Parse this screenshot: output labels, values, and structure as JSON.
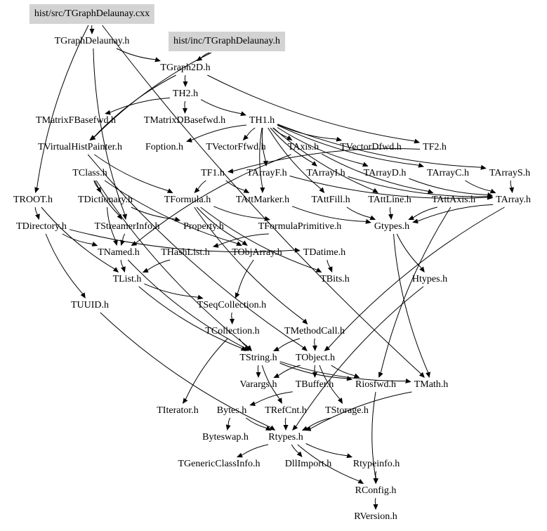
{
  "graph": {
    "type": "include-dependency-graph",
    "root_fill": "#d3d3d3",
    "edge_color": "#000000",
    "nodes": [
      {
        "id": "src_cxx",
        "label": "hist/src/TGraphDelaunay.cxx",
        "root": true
      },
      {
        "id": "TGraphDelaunay",
        "label": "TGraphDelaunay.h"
      },
      {
        "id": "inc_h",
        "label": "hist/inc/TGraphDelaunay.h",
        "root": true
      },
      {
        "id": "TGraph2D",
        "label": "TGraph2D.h"
      },
      {
        "id": "TH2",
        "label": "TH2.h"
      },
      {
        "id": "TMatrixFBasefwd",
        "label": "TMatrixFBasefwd.h"
      },
      {
        "id": "TMatrixDBasefwd",
        "label": "TMatrixDBasefwd.h"
      },
      {
        "id": "TH1",
        "label": "TH1.h"
      },
      {
        "id": "TVirtualHistPainter",
        "label": "TVirtualHistPainter.h"
      },
      {
        "id": "Foption",
        "label": "Foption.h"
      },
      {
        "id": "TVectorFfwd",
        "label": "TVectorFfwd.h"
      },
      {
        "id": "TAxis",
        "label": "TAxis.h"
      },
      {
        "id": "TVectorDfwd",
        "label": "TVectorDfwd.h"
      },
      {
        "id": "TF2",
        "label": "TF2.h"
      },
      {
        "id": "TClass",
        "label": "TClass.h"
      },
      {
        "id": "TF1",
        "label": "TF1.h"
      },
      {
        "id": "TArrayF",
        "label": "TArrayF.h"
      },
      {
        "id": "TArrayI",
        "label": "TArrayI.h"
      },
      {
        "id": "TArrayD",
        "label": "TArrayD.h"
      },
      {
        "id": "TArrayC",
        "label": "TArrayC.h"
      },
      {
        "id": "TArrayS",
        "label": "TArrayS.h"
      },
      {
        "id": "TROOT",
        "label": "TROOT.h"
      },
      {
        "id": "TDictionary",
        "label": "TDictionary.h"
      },
      {
        "id": "TFormula",
        "label": "TFormula.h"
      },
      {
        "id": "TAttMarker",
        "label": "TAttMarker.h"
      },
      {
        "id": "TAttFill",
        "label": "TAttFill.h"
      },
      {
        "id": "TAttLine",
        "label": "TAttLine.h"
      },
      {
        "id": "TAttAxis",
        "label": "TAttAxis.h"
      },
      {
        "id": "TArray",
        "label": "TArray.h"
      },
      {
        "id": "TDirectory",
        "label": "TDirectory.h"
      },
      {
        "id": "TStreamerInfo",
        "label": "TStreamerInfo.h"
      },
      {
        "id": "Property",
        "label": "Property.h"
      },
      {
        "id": "TFormulaPrimitive",
        "label": "TFormulaPrimitive.h"
      },
      {
        "id": "Gtypes",
        "label": "Gtypes.h"
      },
      {
        "id": "TNamed",
        "label": "TNamed.h"
      },
      {
        "id": "THashList",
        "label": "THashList.h"
      },
      {
        "id": "TObjArray",
        "label": "TObjArray.h"
      },
      {
        "id": "TDatime",
        "label": "TDatime.h"
      },
      {
        "id": "TList",
        "label": "TList.h"
      },
      {
        "id": "TBits",
        "label": "TBits.h"
      },
      {
        "id": "Htypes",
        "label": "Htypes.h"
      },
      {
        "id": "TUUID",
        "label": "TUUID.h"
      },
      {
        "id": "TSeqCollection",
        "label": "TSeqCollection.h"
      },
      {
        "id": "TCollection",
        "label": "TCollection.h"
      },
      {
        "id": "TMethodCall",
        "label": "TMethodCall.h"
      },
      {
        "id": "TString",
        "label": "TString.h"
      },
      {
        "id": "TObject",
        "label": "TObject.h"
      },
      {
        "id": "Varargs",
        "label": "Varargs.h"
      },
      {
        "id": "TBuffer",
        "label": "TBuffer.h"
      },
      {
        "id": "Riosfwd",
        "label": "Riosfwd.h"
      },
      {
        "id": "TMath",
        "label": "TMath.h"
      },
      {
        "id": "TIterator",
        "label": "TIterator.h"
      },
      {
        "id": "Bytes",
        "label": "Bytes.h"
      },
      {
        "id": "TRefCnt",
        "label": "TRefCnt.h"
      },
      {
        "id": "TStorage",
        "label": "TStorage.h"
      },
      {
        "id": "Byteswap",
        "label": "Byteswap.h"
      },
      {
        "id": "Rtypes",
        "label": "Rtypes.h"
      },
      {
        "id": "TGenericClassInfo",
        "label": "TGenericClassInfo.h"
      },
      {
        "id": "DllImport",
        "label": "DllImport.h"
      },
      {
        "id": "Rtypeinfo",
        "label": "Rtypeinfo.h"
      },
      {
        "id": "RConfig",
        "label": "RConfig.h"
      },
      {
        "id": "RVersion",
        "label": "RVersion.h"
      }
    ],
    "edges": [
      [
        "src_cxx",
        "TGraphDelaunay"
      ],
      [
        "src_cxx",
        "TROOT"
      ],
      [
        "src_cxx",
        "TMath"
      ],
      [
        "inc_h",
        "TGraph2D"
      ],
      [
        "inc_h",
        "TVirtualHistPainter"
      ],
      [
        "TGraphDelaunay",
        "TGraph2D"
      ],
      [
        "TGraphDelaunay",
        "TStreamerInfo"
      ],
      [
        "TGraph2D",
        "TH2"
      ],
      [
        "TGraph2D",
        "TF2"
      ],
      [
        "TGraph2D",
        "TVirtualHistPainter"
      ],
      [
        "TH2",
        "TH1"
      ],
      [
        "TH2",
        "TMatrixFBasefwd"
      ],
      [
        "TH2",
        "TMatrixDBasefwd"
      ],
      [
        "TH1",
        "TVectorFfwd"
      ],
      [
        "TH1",
        "TAxis"
      ],
      [
        "TH1",
        "TVectorDfwd"
      ],
      [
        "TH1",
        "Foption"
      ],
      [
        "TH1",
        "TArrayC"
      ],
      [
        "TH1",
        "TArrayS"
      ],
      [
        "TH1",
        "TArrayF"
      ],
      [
        "TH1",
        "TArrayI"
      ],
      [
        "TH1",
        "TArrayD"
      ],
      [
        "TH1",
        "TAttMarker"
      ],
      [
        "TH1",
        "TAttFill"
      ],
      [
        "TH1",
        "TAttLine"
      ],
      [
        "TVirtualHistPainter",
        "TFormula"
      ],
      [
        "TVirtualHistPainter",
        "TObject"
      ],
      [
        "TF2",
        "TF1"
      ],
      [
        "TF1",
        "TFormula"
      ],
      [
        "TF1",
        "TAttMarker"
      ],
      [
        "TAxis",
        "TAttAxis"
      ],
      [
        "TAxis",
        "TNamed"
      ],
      [
        "TClass",
        "TDictionary"
      ],
      [
        "TClass",
        "TStreamerInfo"
      ],
      [
        "TClass",
        "TObjArray"
      ],
      [
        "TClass",
        "TString"
      ],
      [
        "TROOT",
        "TDirectory"
      ],
      [
        "TROOT",
        "TList"
      ],
      [
        "TDirectory",
        "TUUID"
      ],
      [
        "TDirectory",
        "TNamed"
      ],
      [
        "TDirectory",
        "TDatime"
      ],
      [
        "TDictionary",
        "Property"
      ],
      [
        "TDictionary",
        "TNamed"
      ],
      [
        "TFormula",
        "TFormulaPrimitive"
      ],
      [
        "TFormula",
        "TBits"
      ],
      [
        "TFormula",
        "TMethodCall"
      ],
      [
        "TFormula",
        "TObjArray"
      ],
      [
        "TArrayF",
        "TArray"
      ],
      [
        "TArrayI",
        "TArray"
      ],
      [
        "TArrayD",
        "TArray"
      ],
      [
        "TArrayC",
        "TArray"
      ],
      [
        "TArrayS",
        "TArray"
      ],
      [
        "TArray",
        "Gtypes"
      ],
      [
        "TArray",
        "TObject"
      ],
      [
        "TAttLine",
        "Gtypes"
      ],
      [
        "TAttAxis",
        "Gtypes"
      ],
      [
        "TAttAxis",
        "Riosfwd"
      ],
      [
        "TAttMarker",
        "Gtypes"
      ],
      [
        "TAttFill",
        "Gtypes"
      ],
      [
        "Gtypes",
        "Htypes"
      ],
      [
        "Gtypes",
        "TMath"
      ],
      [
        "Htypes",
        "Rtypes"
      ],
      [
        "TFormulaPrimitive",
        "THashList"
      ],
      [
        "TStreamerInfo",
        "TNamed"
      ],
      [
        "THashList",
        "TList"
      ],
      [
        "TNamed",
        "TList"
      ],
      [
        "TNamed",
        "TString"
      ],
      [
        "TObjArray",
        "TSeqCollection"
      ],
      [
        "TList",
        "TSeqCollection"
      ],
      [
        "TList",
        "TString"
      ],
      [
        "TSeqCollection",
        "TCollection"
      ],
      [
        "TCollection",
        "TString"
      ],
      [
        "TCollection",
        "TIterator"
      ],
      [
        "TMethodCall",
        "TObject"
      ],
      [
        "TMethodCall",
        "TString"
      ],
      [
        "TDatime",
        "TBits"
      ],
      [
        "TString",
        "Varargs"
      ],
      [
        "TString",
        "TRefCnt"
      ],
      [
        "TString",
        "Riosfwd"
      ],
      [
        "TString",
        "TMath"
      ],
      [
        "TObject",
        "TBuffer"
      ],
      [
        "TObject",
        "Varargs"
      ],
      [
        "TObject",
        "Riosfwd"
      ],
      [
        "TObject",
        "TStorage"
      ],
      [
        "TBuffer",
        "Bytes"
      ],
      [
        "TUUID",
        "Rtypes"
      ],
      [
        "TMath",
        "Rtypes"
      ],
      [
        "Bytes",
        "Rtypes"
      ],
      [
        "Bytes",
        "Byteswap"
      ],
      [
        "TRefCnt",
        "Rtypes"
      ],
      [
        "TStorage",
        "Rtypes"
      ],
      [
        "Rtypes",
        "TGenericClassInfo"
      ],
      [
        "Rtypes",
        "DllImport"
      ],
      [
        "Rtypes",
        "Rtypeinfo"
      ],
      [
        "Rtypes",
        "RConfig"
      ],
      [
        "Rtypeinfo",
        "RConfig"
      ],
      [
        "Riosfwd",
        "RConfig"
      ],
      [
        "RConfig",
        "RVersion"
      ]
    ]
  }
}
